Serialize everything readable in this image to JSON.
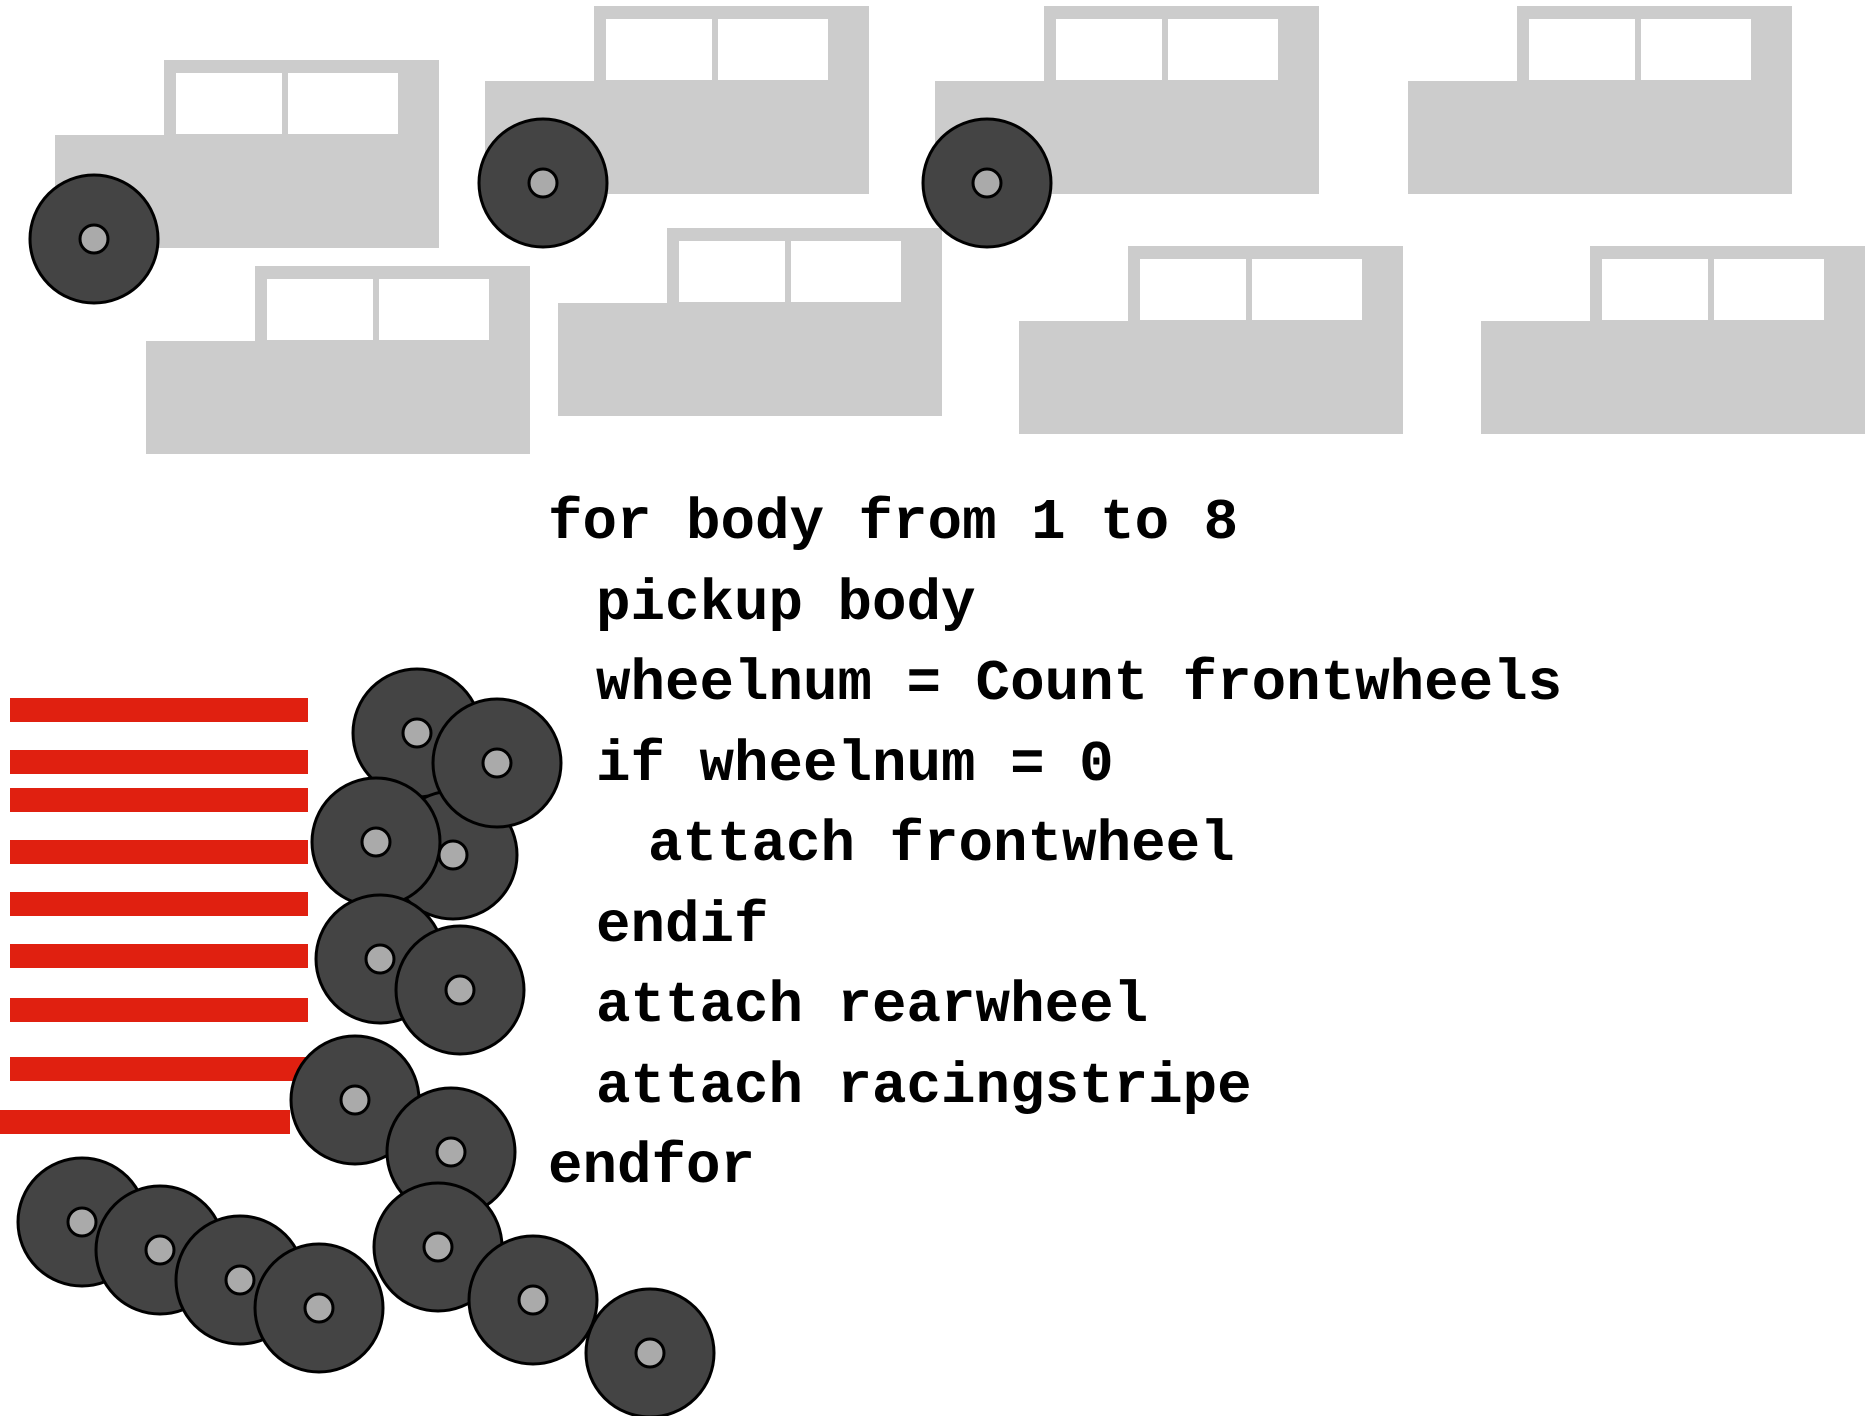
{
  "colors": {
    "car_body": "#cccccc",
    "window": "#ffffff",
    "tire": "#444444",
    "hub": "#aaaaaa",
    "outline": "#000000",
    "stripe": "#e02010",
    "code_text": "#000000"
  },
  "icons": {
    "car": "car-body-icon",
    "wheel": "wheel-icon",
    "stripe": "racing-stripe-icon"
  },
  "code": {
    "lines": [
      {
        "indent": 0,
        "text": "for body from 1 to 8"
      },
      {
        "indent": 1,
        "text": "pickup body"
      },
      {
        "indent": 1,
        "text": "wheelnum = Count frontwheels"
      },
      {
        "indent": 1,
        "text": "if wheelnum = 0"
      },
      {
        "indent": 2,
        "text": "attach frontwheel"
      },
      {
        "indent": 1,
        "text": "endif"
      },
      {
        "indent": 1,
        "text": "attach rearwheel"
      },
      {
        "indent": 1,
        "text": "attach racingstripe"
      },
      {
        "indent": 0,
        "text": "endfor"
      }
    ]
  }
}
